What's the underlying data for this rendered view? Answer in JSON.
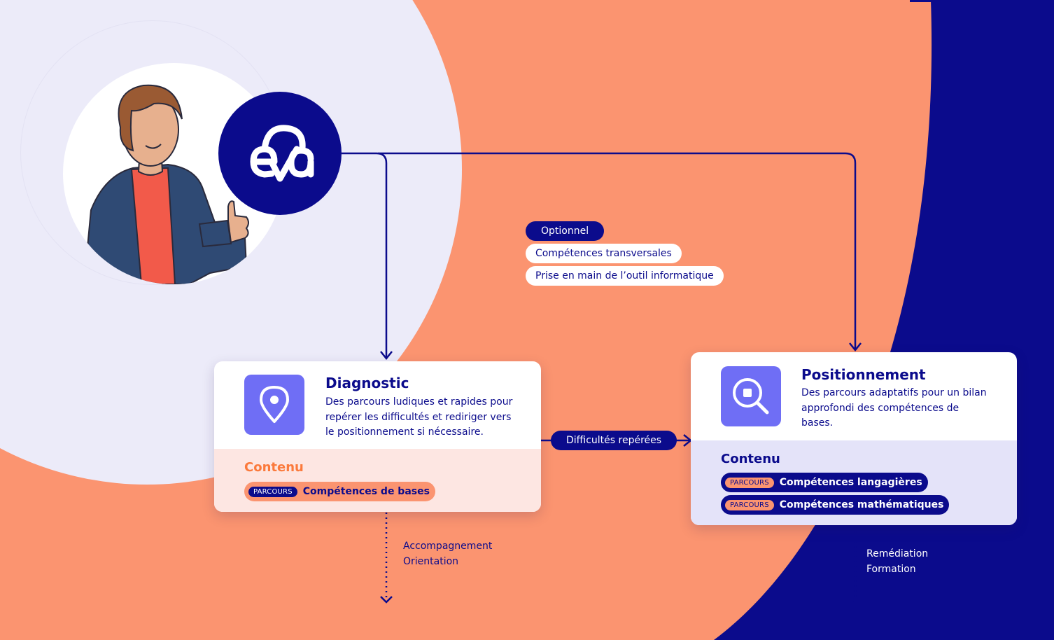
{
  "logo_text": "eva",
  "optional_block": {
    "badge": "Optionnel",
    "items": [
      "Compétences transversales",
      "Prise en main de l’outil informatique"
    ]
  },
  "diagnostic": {
    "title": "Diagnostic",
    "description_lines": [
      "Des parcours ludiques et rapides pour",
      "repérer les difficultés et rediriger vers",
      "le positionnement si nécessaire."
    ],
    "content_heading": "Contenu",
    "tag": "PARCOURS",
    "parcours": [
      "Compétences de bases"
    ],
    "outcomes": [
      "Accompagnement",
      "Orientation"
    ]
  },
  "link_label": "Difficultés repérées",
  "positionnement": {
    "title": "Positionnement",
    "description_lines": [
      "Des parcours adaptatifs pour un bilan",
      "approfondi des compétences de",
      "bases."
    ],
    "content_heading": "Contenu",
    "tag": "PARCOURS",
    "parcours": [
      "Compétences langagières",
      "Compétences mathématiques"
    ],
    "outcomes": [
      "Remédiation",
      "Formation"
    ]
  },
  "colors": {
    "navy": "#0b0b8c",
    "coral": "#fb9470",
    "lavender": "#ecebf9",
    "violet": "#6f6ef5",
    "diagnostic_bottom": "#fde6e2",
    "positionnement_bottom": "#e4e3f9"
  },
  "icons": [
    "eva-logo",
    "map-pin-icon",
    "magnifier-icon"
  ]
}
